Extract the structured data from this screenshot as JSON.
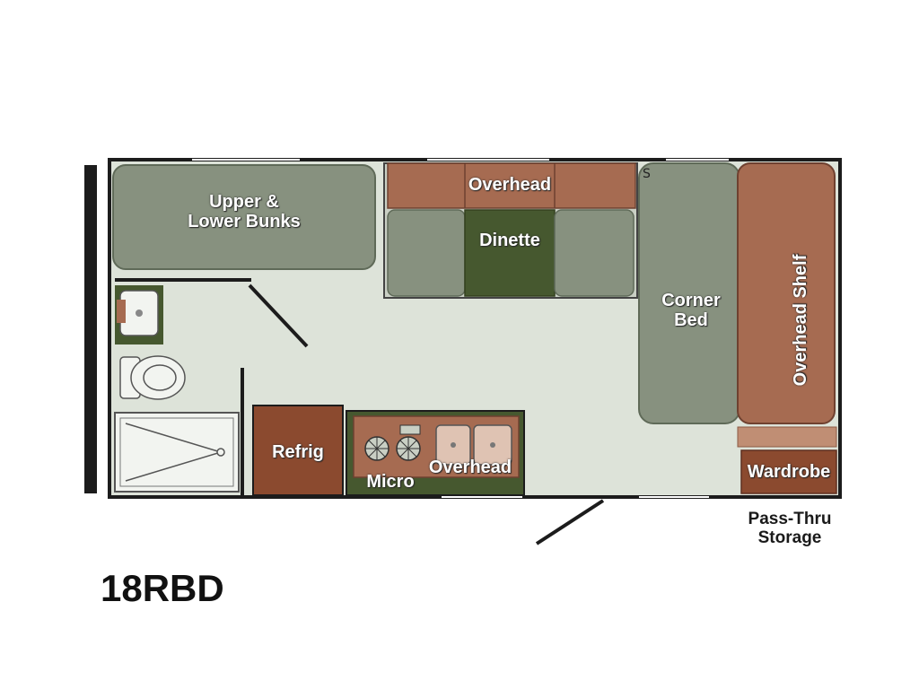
{
  "model_name": "18RBD",
  "rooms": {
    "bunks": [
      "Upper &",
      "Lower Bunks"
    ],
    "overhead_top": "Overhead",
    "dinette": "Dinette",
    "corner_bed": [
      "Corner",
      "Bed"
    ],
    "overhead_shelf": "Overhead Shelf",
    "refrig": "Refrig",
    "micro": "Micro",
    "overhead_kitchen": "Overhead",
    "wardrobe": "Wardrobe",
    "pass_thru": [
      "Pass-Thru",
      "Storage"
    ]
  },
  "colors": {
    "outline": "#1c1c1c",
    "floor": "#dde3d9",
    "gray_furniture": "#87917f",
    "brown_furniture": "#a66b51",
    "dark_brown": "#8b4a2f",
    "green": "#46582f",
    "fixture_white": "#f2f4f0"
  }
}
